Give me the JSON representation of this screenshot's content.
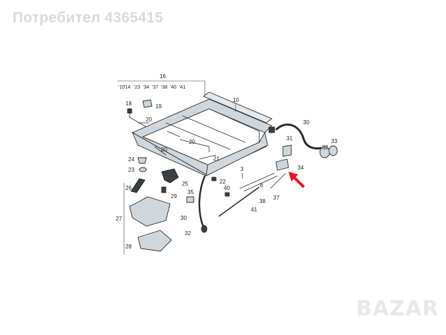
{
  "watermark": "Потребител 4365415",
  "brand_logo": "BAZAR",
  "model_years": [
    "'10",
    "'14",
    "'23",
    "'34",
    "'37",
    "'38",
    "'40",
    "'41"
  ],
  "callouts": {
    "p3": "3",
    "p8": "8",
    "p10": "10",
    "p16": "16",
    "p18": "18",
    "p19": "19",
    "p20a": "20",
    "p20b": "20",
    "p20c": "20",
    "p21": "21",
    "p22": "22",
    "p23": "23",
    "p24": "24",
    "p25": "25",
    "p26": "26",
    "p27": "27",
    "p28": "28",
    "p29": "29",
    "p30a": "30",
    "p30b": "30",
    "p31": "31",
    "p32a": "32",
    "p32b": "32",
    "p33": "33",
    "p34": "34",
    "p35": "35",
    "p37": "37",
    "p38": "38",
    "p40": "40",
    "p41": "41"
  },
  "colors": {
    "part_fill": "#cfd6dc",
    "dark_part": "#3a3f44",
    "highlight_arrow": "#e8141c"
  }
}
